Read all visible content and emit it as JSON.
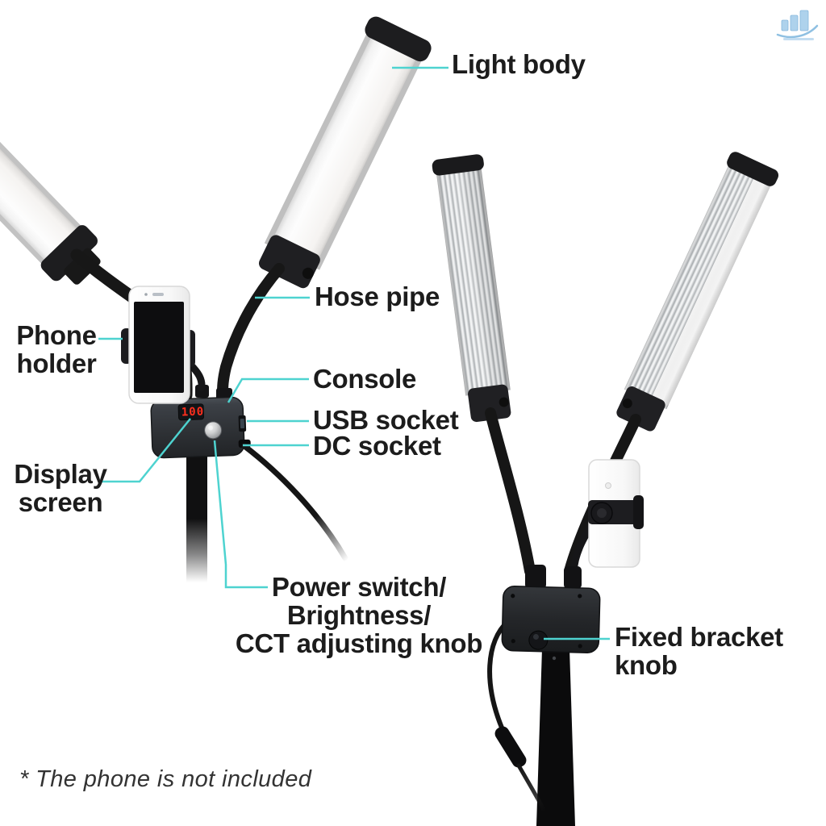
{
  "colors": {
    "background": "#ffffff",
    "leader_line": "#4ed3d0",
    "label_text": "#1c1c1c",
    "footnote_text": "#333333",
    "display_value_red": "#ff2f1e",
    "logo_blue": "#aed2ec"
  },
  "annotations": {
    "light_body": "Light body",
    "hose_pipe": "Hose pipe",
    "phone_holder": "Phone\nholder",
    "console": "Console",
    "usb_socket": "USB socket",
    "dc_socket": "DC socket",
    "display_screen": "Display\nscreen",
    "power_switch": "Power switch/\nBrightness/\nCCT adjusting knob",
    "fixed_bracket_knob": "Fixed bracket knob"
  },
  "console": {
    "display_value": "100"
  },
  "footnote": "* The phone is not included",
  "icons": {
    "logo": "brand-logo-icon"
  }
}
